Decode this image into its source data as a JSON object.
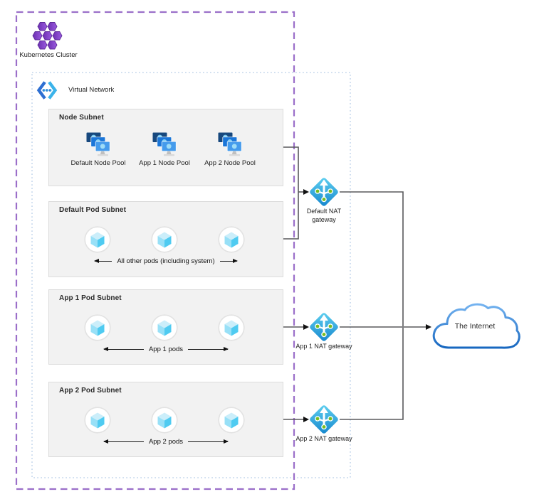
{
  "cluster": {
    "label": "Kubernetes Cluster",
    "icon": "kubernetes-hexagons"
  },
  "virtual_network": {
    "label": "Virtual Network",
    "icon": "vnet-angle-brackets"
  },
  "subnets": [
    {
      "title": "Node Subnet",
      "items": [
        "Default Node Pool",
        "App 1 Node Pool",
        "App 2 Node Pool"
      ],
      "item_icon": "vm-scale-set"
    },
    {
      "title": "Default Pod Subnet",
      "pod_count": 3,
      "pod_icon": "cube-in-circle",
      "caption": "All other pods (including system)"
    },
    {
      "title": "App 1 Pod Subnet",
      "pod_count": 3,
      "pod_icon": "cube-in-circle",
      "caption": "App 1 pods"
    },
    {
      "title": "App 2 Pod Subnet",
      "pod_count": 3,
      "pod_icon": "cube-in-circle",
      "caption": "App 2 pods"
    }
  ],
  "gateways": [
    {
      "label": "Default NAT gateway",
      "icon": "nat-gateway-diamond"
    },
    {
      "label": "App 1 NAT gateway",
      "icon": "nat-gateway-diamond"
    },
    {
      "label": "App 2 NAT gateway",
      "icon": "nat-gateway-diamond"
    }
  ],
  "internet": {
    "label": "The Internet",
    "icon": "cloud"
  },
  "colors": {
    "cluster_border": "#9B6FC9",
    "vnet_border": "#C3D6EC",
    "subnet_fill": "#F2F2F2",
    "connector": "#58595B",
    "arrowhead": "#111111",
    "nat_blue_light": "#6FD2F0",
    "nat_blue_dark": "#1687CE",
    "nat_dot_green": "#76BC21",
    "pod_cyan": "#54CFF2",
    "k8s_purple": "#8A46CE",
    "cloud_stroke_top": "#74B3F0",
    "cloud_stroke_bottom": "#1767C0"
  }
}
